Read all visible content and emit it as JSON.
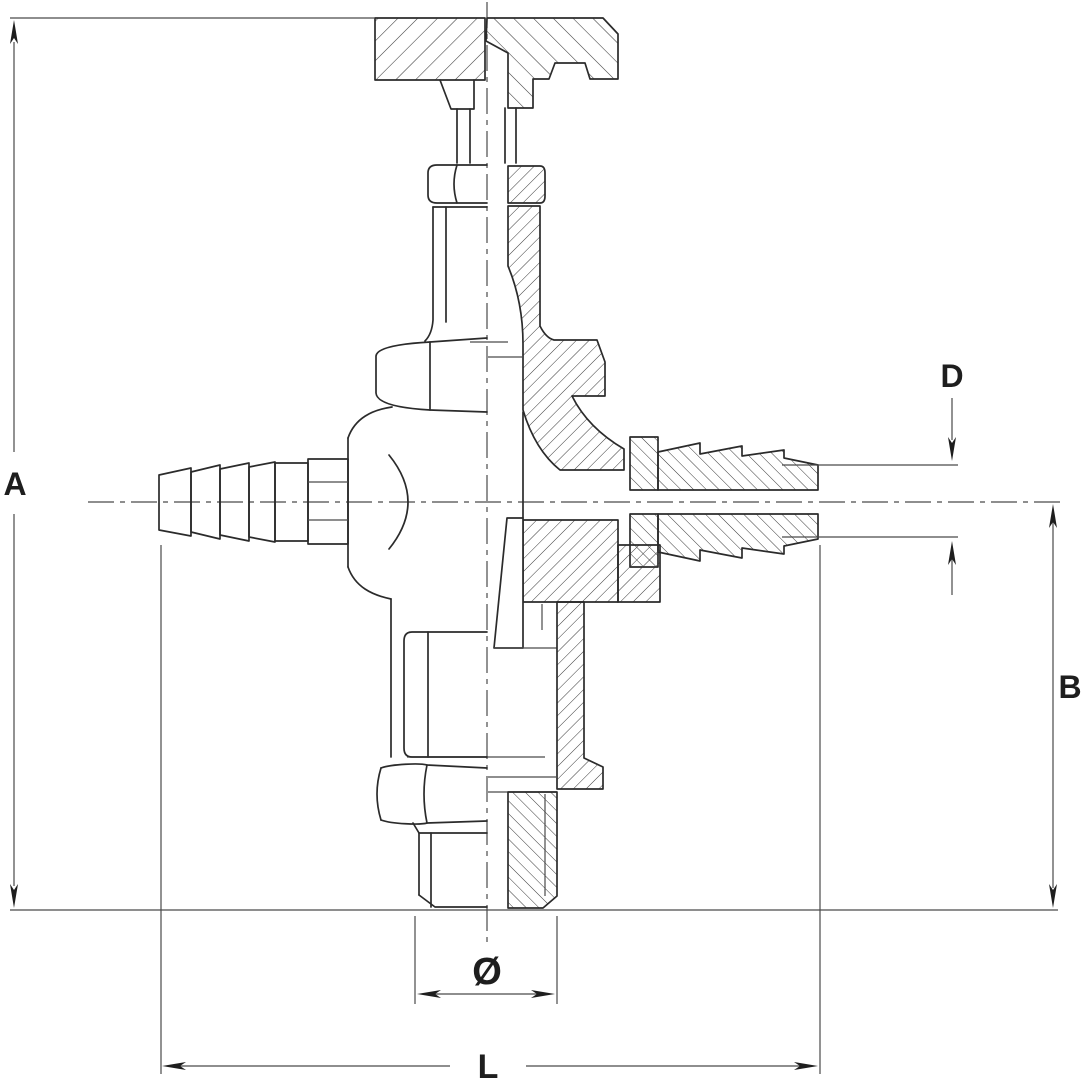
{
  "drawing": {
    "dimension_labels": {
      "overall_height": "A",
      "centerline_to_base": "B",
      "outlet_diameter": "D",
      "thread_diameter_symbol": "Ø",
      "overall_length": "L"
    },
    "colors": {
      "line": "#2b2b2b",
      "background": "#ffffff"
    }
  }
}
